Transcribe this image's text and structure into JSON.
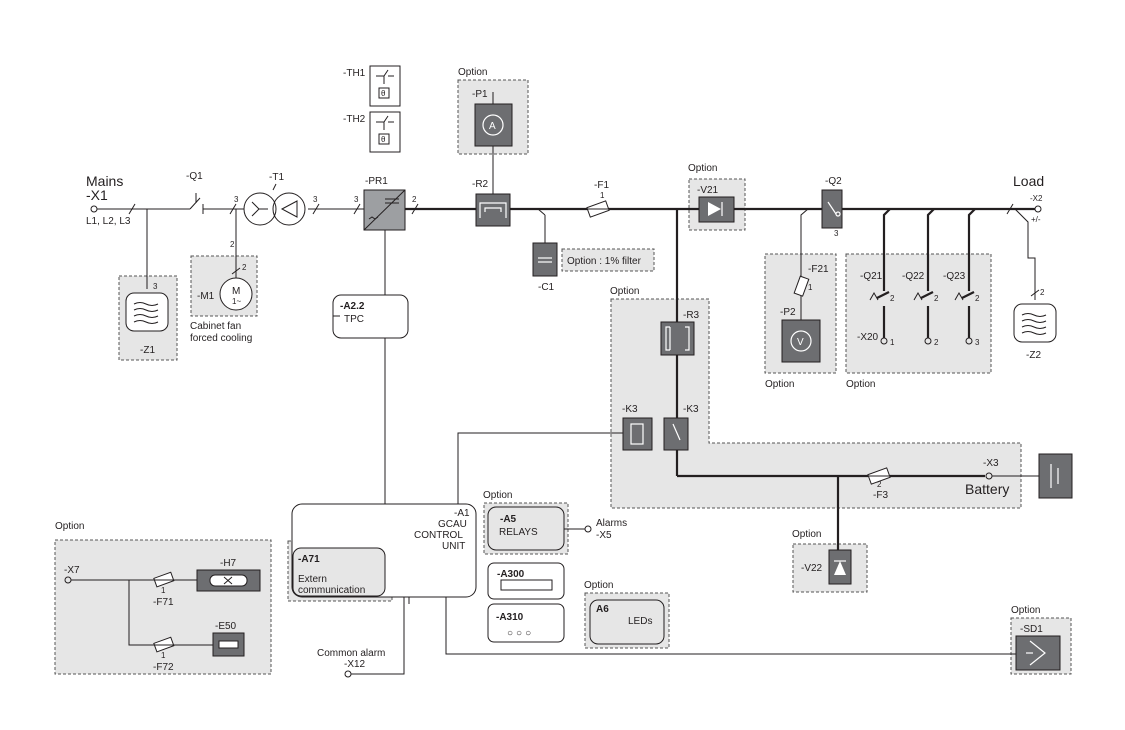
{
  "colors": {
    "wire": "#231f20",
    "option_fill": "#e6e6e6",
    "device_fill": "#6d6e71",
    "light_device_fill": "#9d9fa2"
  },
  "labels": {
    "mains": "Mains",
    "x1": "-X1",
    "phases": "L1, L2, L3",
    "q1": "-Q1",
    "t1": "-T1",
    "pr1": "-PR1",
    "r2": "-R2",
    "f1": "-F1",
    "f1_pin": "1",
    "v21": "-V21",
    "q2": "-Q2",
    "q2_pin": "3",
    "load": "Load",
    "x2": "-X2",
    "x2_pol": "+/-",
    "th1": "-TH1",
    "th2": "-TH2",
    "p1": "-P1",
    "p1_sym": "A",
    "c1": "-C1",
    "filter_option": "Option : 1% filter",
    "z1": "-Z1",
    "z1_pin": "3",
    "m1": "-M1",
    "m1_pin": "2",
    "motor_sym": "M",
    "motor_phase": "1~",
    "cabinet_fan_1": "Cabinet fan",
    "cabinet_fan_2": "forced cooling",
    "a22": "-A2.2",
    "tpc": "TPC",
    "r3": "-R3",
    "k3_coil": "-K3",
    "k3_contact": "-K3",
    "f21": "-F21",
    "f21_pin": "1",
    "p2": "-P2",
    "p2_sym": "V",
    "q21": "-Q21",
    "q22": "-Q22",
    "q23": "-Q23",
    "x20": "-X20",
    "z2": "-Z2",
    "z2_pin": "2",
    "x3": "-X3",
    "battery": "Battery",
    "f3": "-F3",
    "f3_pin": "2",
    "v22": "-V22",
    "a1": "-A1",
    "gcau": "GCAU",
    "control": "CONTROL",
    "unit": "UNIT",
    "a5": "-A5",
    "relays": "RELAYS",
    "alarms": "Alarms",
    "x5": "-X5",
    "a71": "-A71",
    "extern": "Extern",
    "communication": "communication",
    "a300": "-A300",
    "a310": "-A310",
    "led_dots": "○○○",
    "a6": "A6",
    "leds": "LEDs",
    "common_alarm": "Common alarm",
    "x12": "-X12",
    "x7": "-X7",
    "h7": "-H7",
    "f71": "-F71",
    "f72": "-F72",
    "e50": "-E50",
    "sd1": "-SD1",
    "n1": "1",
    "n2": "2",
    "n3": "3",
    "option": "Option"
  }
}
